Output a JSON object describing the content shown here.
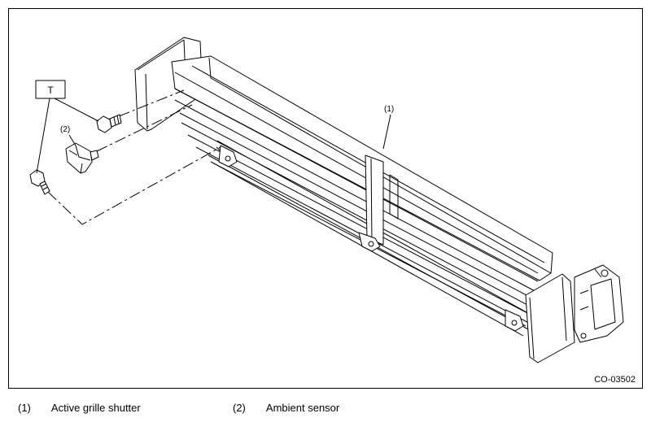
{
  "figure": {
    "code": "CO-03502",
    "torque_label": "T",
    "callouts": [
      "(1)",
      "(2)"
    ]
  },
  "legend": [
    {
      "num": "(1)",
      "text": "Active grille shutter"
    },
    {
      "num": "(2)",
      "text": "Ambient sensor"
    }
  ]
}
